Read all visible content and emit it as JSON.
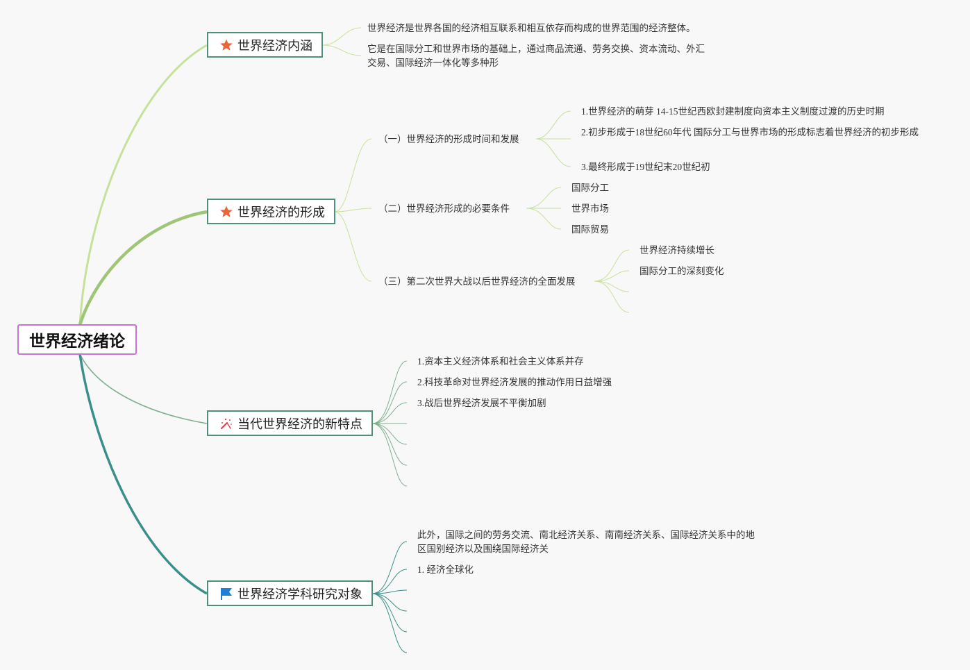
{
  "root": {
    "label": "世界经济绪论"
  },
  "b1": {
    "label": "世界经济内涵",
    "icon": "star-icon",
    "items": [
      "世界经济是世界各国的经济相互联系和相互依存而构成的世界范围的经济整体。",
      "它是在国际分工和世界市场的基础上，通过商品流通、劳务交换、资本流动、外汇交易、国际经济一体化等多种形"
    ]
  },
  "b2": {
    "label": "世界经济的形成",
    "icon": "star-icon",
    "subs": [
      {
        "label": "（一）世界经济的形成时间和发展",
        "items": [
          "1.世界经济的萌芽 14-15世纪西欧封建制度向资本主义制度过渡的历史时期",
          "2.初步形成于18世纪60年代 国际分工与世界市场的形成标志着世界经济的初步形成",
          "3.最终形成于19世纪末20世纪初"
        ]
      },
      {
        "label": "（二）世界经济形成的必要条件",
        "items": [
          "国际分工",
          "世界市场",
          "国际贸易"
        ]
      },
      {
        "label": "（三）第二次世界大战以后世界经济的全面发展",
        "items": [
          "世界经济持续增长",
          "国际分工的深刻变化",
          "",
          ""
        ]
      }
    ]
  },
  "b3": {
    "label": "当代世界经济的新特点",
    "icon": "magic-wand-icon",
    "items": [
      "1.资本主义经济体系和社会主义体系并存",
      "2.科技革命对世界经济发展的推动作用日益增强",
      "3.战后世界经济发展不平衡加剧",
      "",
      "",
      "",
      ""
    ]
  },
  "b4": {
    "label": "世界经济学科研究对象",
    "icon": "flag-icon",
    "items": [
      "此外，国际之间的劳务交流、南北经济关系、南南经济关系、国际经济关系中的地区国别经济以及围绕国际经济关",
      "1. 经济全球化",
      "",
      "",
      "",
      ""
    ]
  },
  "colors": {
    "b1_line": "#c6e19a",
    "b2_line": "#9fc576",
    "b3_line": "#7fb08d",
    "b4_line": "#3a8f8a",
    "root_border": "#c774d3",
    "node_border": "#4f8f7c",
    "star": "#e8663a",
    "flag": "#1f7fd6"
  }
}
